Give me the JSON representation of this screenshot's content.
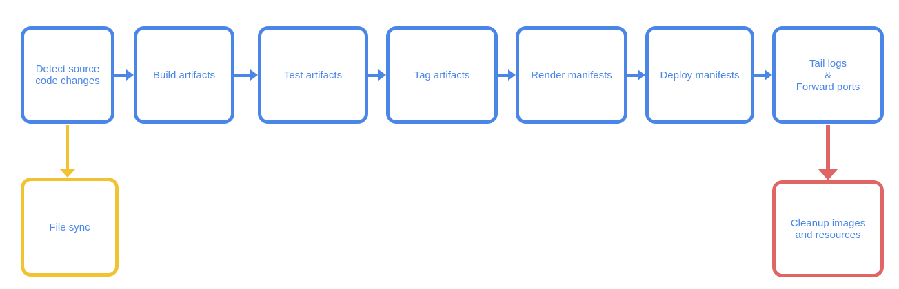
{
  "pipeline": {
    "colors": {
      "node_border": "#4a86e8",
      "node_text": "#4a86e8",
      "file_sync_border": "#f1c232",
      "file_sync_arrow": "#f1c232",
      "cleanup_border": "#e06666",
      "cleanup_arrow": "#e06666",
      "background": "#ffffff"
    },
    "nodes": [
      {
        "label": [
          "Detect source",
          "code changes"
        ]
      },
      {
        "label": [
          "Build artifacts"
        ]
      },
      {
        "label": [
          "Test artifacts"
        ]
      },
      {
        "label": [
          "Tag artifacts"
        ]
      },
      {
        "label": [
          "Render manifests"
        ]
      },
      {
        "label": [
          "Deploy manifests"
        ]
      },
      {
        "label": [
          "Tail logs",
          "&",
          "Forward ports"
        ]
      }
    ],
    "branch_nodes": [
      {
        "label": [
          "File sync"
        ],
        "border_color": "#f1c232"
      },
      {
        "label": [
          "Cleanup images",
          "and resources"
        ],
        "border_color": "#e06666"
      }
    ],
    "edges": [
      {
        "from": "Detect source code changes",
        "to": "Build artifacts",
        "direction": "right",
        "color": "#4a86e8"
      },
      {
        "from": "Build artifacts",
        "to": "Test artifacts",
        "direction": "right",
        "color": "#4a86e8"
      },
      {
        "from": "Test artifacts",
        "to": "Tag artifacts",
        "direction": "right",
        "color": "#4a86e8"
      },
      {
        "from": "Tag artifacts",
        "to": "Render manifests",
        "direction": "right",
        "color": "#4a86e8"
      },
      {
        "from": "Render manifests",
        "to": "Deploy manifests",
        "direction": "right",
        "color": "#4a86e8"
      },
      {
        "from": "Deploy manifests",
        "to": "Tail logs & Forward ports",
        "direction": "right",
        "color": "#4a86e8"
      },
      {
        "from": "Detect source code changes",
        "to": "File sync",
        "direction": "down",
        "color": "#f1c232"
      },
      {
        "from": "Tail logs & Forward ports",
        "to": "Cleanup images and resources",
        "direction": "down",
        "color": "#e06666"
      }
    ]
  }
}
